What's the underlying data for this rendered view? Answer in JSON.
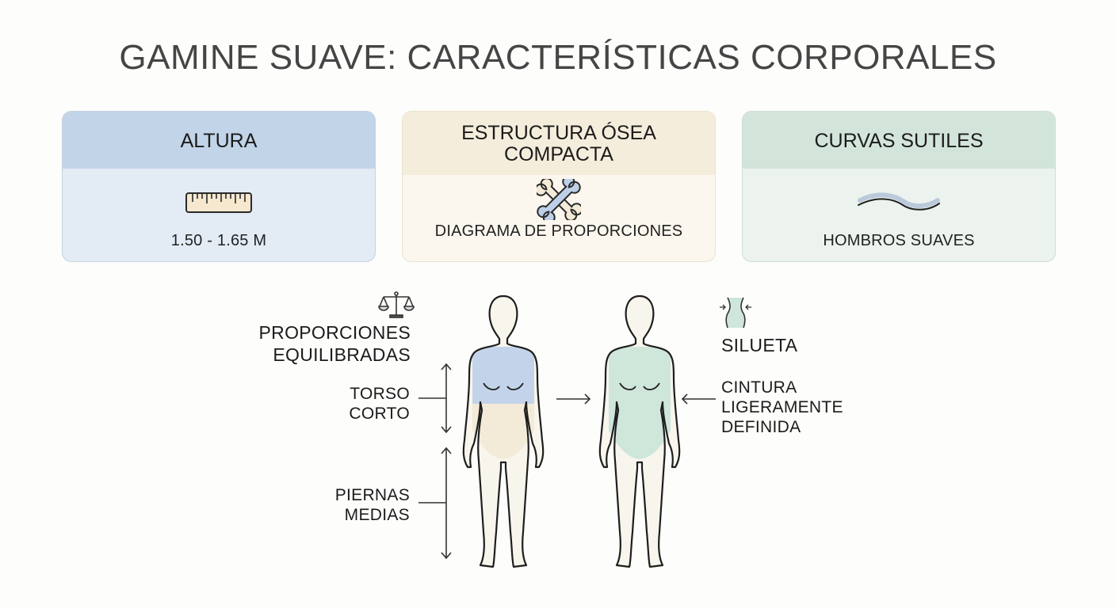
{
  "title": "GAMINE SUAVE: CARACTERÍSTICAS CORPORALES",
  "cards": [
    {
      "heading": "ALTURA",
      "icon": "ruler-icon",
      "caption": "1.50 - 1.65 M",
      "header_color": "#c2d4e8",
      "body_color": "#e3ebf5"
    },
    {
      "heading_line1": "ESTRUCTURA ÓSEA",
      "heading_line2": "COMPACTA",
      "icon": "crossed-bones-icon",
      "caption": "DIAGRAMA DE PROPORCIONES",
      "header_color": "#f5eddc",
      "body_color": "#fbf7ee"
    },
    {
      "heading": "CURVAS SUTILES",
      "icon": "wave-curve-icon",
      "caption": "HOMBROS SUAVES",
      "header_color": "#d3e5da",
      "body_color": "#ecf3ee"
    }
  ],
  "diagram": {
    "left_labels": {
      "proportions_line1": "PROPORCIONES",
      "proportions_line2": "EQUILIBRADAS",
      "proportions_icon": "balance-scale-icon",
      "torso_line1": "TORSO",
      "torso_line2": "CORTO",
      "legs_line1": "PIERNAS",
      "legs_line2": "MEDIAS"
    },
    "right_labels": {
      "silhouette": "SILUETA",
      "silhouette_icon": "waist-silhouette-icon",
      "waist_line1": "CINTURA",
      "waist_line2": "LIGERAMENTE",
      "waist_line3": "DEFINIDA"
    },
    "figures": [
      {
        "name": "proportions-figure",
        "torso_color": "#c3d4ea",
        "hip_color": "#f3ead8"
      },
      {
        "name": "silhouette-figure",
        "body_color": "#cfe6da"
      }
    ],
    "skin_color": "#f8f5ec",
    "line_color": "#1e1e1e"
  }
}
